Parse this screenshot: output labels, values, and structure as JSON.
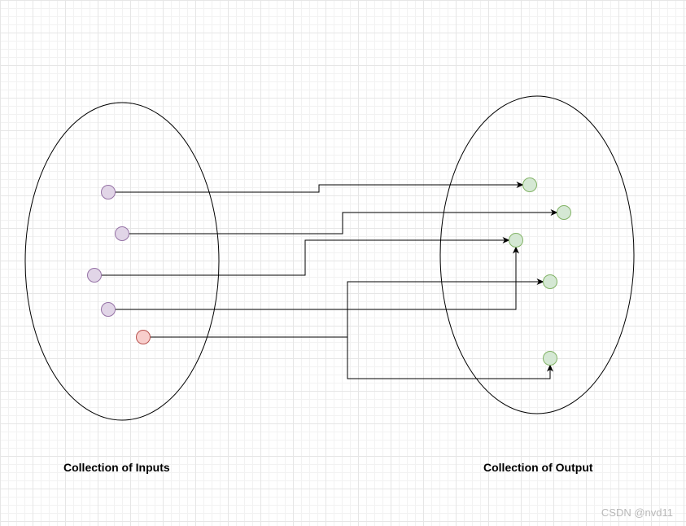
{
  "labels": {
    "inputs": "Collection of Inputs",
    "output": "Collection of Output"
  },
  "watermark": "CSDN @nvd11",
  "colors": {
    "input_node_fill": "#e1d5e7",
    "input_node_stroke": "#9673a6",
    "highlight_node_fill": "#f8cecc",
    "highlight_node_stroke": "#b85450",
    "output_node_fill": "#d5e8d4",
    "output_node_stroke": "#82b366",
    "edge": "#000000",
    "ellipse_stroke": "#000000"
  },
  "input_nodes": [
    {
      "id": "in1",
      "kind": "input"
    },
    {
      "id": "in2",
      "kind": "input"
    },
    {
      "id": "in3",
      "kind": "input"
    },
    {
      "id": "in4",
      "kind": "input"
    },
    {
      "id": "in5",
      "kind": "highlight"
    }
  ],
  "output_nodes": [
    {
      "id": "out1"
    },
    {
      "id": "out2"
    },
    {
      "id": "out3"
    },
    {
      "id": "out4"
    },
    {
      "id": "out5"
    }
  ],
  "edges": [
    {
      "from": "in1",
      "to": "out1"
    },
    {
      "from": "in2",
      "to": "out2"
    },
    {
      "from": "in3",
      "to": "out3"
    },
    {
      "from": "in4",
      "to": "out3"
    },
    {
      "from": "in5",
      "to": "out4"
    },
    {
      "from": "in5",
      "to": "out5"
    }
  ]
}
